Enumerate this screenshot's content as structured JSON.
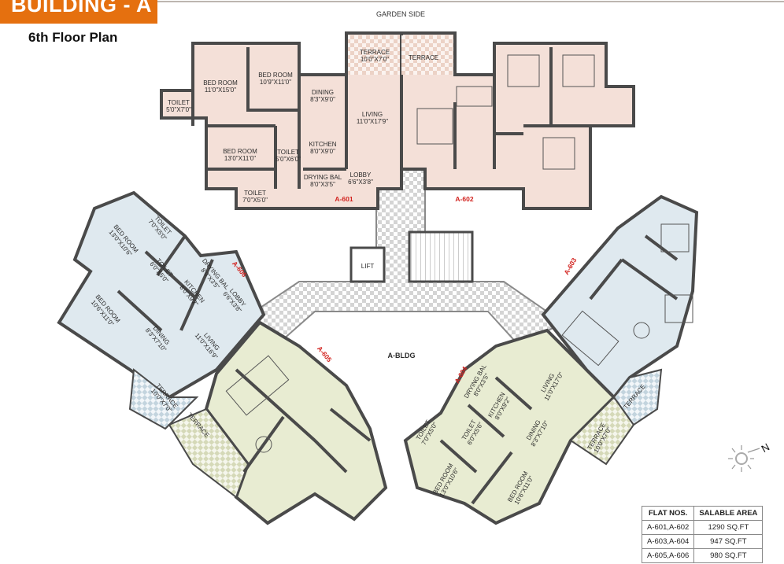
{
  "header": {
    "building": "BUILDING - A",
    "floor": "6th Floor Plan",
    "garden_side": "GARDEN SIDE"
  },
  "colors": {
    "banner": "#e5700f",
    "flat_601_602": "#f4e0d8",
    "flat_603_606": "#dfe9ef",
    "flat_604_605": "#e8ecd2",
    "flat_label": "#d2231f"
  },
  "central": {
    "building_label": "A-BLDG",
    "lift": "LIFT"
  },
  "compass": {
    "north": "N"
  },
  "flat_labels": {
    "a601": "A-601",
    "a602": "A-602",
    "a603": "A-603",
    "a604": "A-604",
    "a605": "A-605",
    "a606": "A-606"
  },
  "a601_rooms": [
    {
      "name": "BED ROOM",
      "size": "11'0\"X15'0\""
    },
    {
      "name": "BED ROOM",
      "size": "10'9\"X11'0\""
    },
    {
      "name": "TOILET",
      "size": "5'0\"X7'0\""
    },
    {
      "name": "DINING",
      "size": "8'3\"X9'0\""
    },
    {
      "name": "LIVING",
      "size": "11'0\"X17'9\""
    },
    {
      "name": "BED ROOM",
      "size": "13'0\"X11'0\""
    },
    {
      "name": "TOILET",
      "size": "5'0\"X6'0\""
    },
    {
      "name": "KITCHEN",
      "size": "8'0\"X9'0\""
    },
    {
      "name": "DRYING BAL",
      "size": "8'0\"X3'5\""
    },
    {
      "name": "LOBBY",
      "size": "6'6\"X3'8\""
    },
    {
      "name": "TOILET",
      "size": "7'0\"X5'0\""
    },
    {
      "name": "TERRACE",
      "size": "10'0\"X7'0\""
    },
    {
      "name": "TERRACE",
      "size": ""
    }
  ],
  "a606_rooms": [
    {
      "name": "TOILET",
      "size": "7'0\"X5'0\""
    },
    {
      "name": "BED ROOM",
      "size": "13'0\"X10'6\""
    },
    {
      "name": "TOILET",
      "size": "6'0\"X5'0\""
    },
    {
      "name": "DRYING BAL",
      "size": "8'0\"X3'5\""
    },
    {
      "name": "KITCHEN",
      "size": "8'0\"X9'2\""
    },
    {
      "name": "LOBBY",
      "size": "6'6\"X3'8\""
    },
    {
      "name": "BED ROOM",
      "size": "10'6\"X11'0\""
    },
    {
      "name": "DINING",
      "size": "8'3\"X7'10\""
    },
    {
      "name": "LIVING",
      "size": "11'0\"X16'9\""
    },
    {
      "name": "TERRACE",
      "size": "10'0\"X7'0\""
    },
    {
      "name": "TERRACE",
      "size": ""
    }
  ],
  "a604_rooms": [
    {
      "name": "DRYING BAL",
      "size": "8'0\"X3'5\""
    },
    {
      "name": "KITCHEN",
      "size": "8'0\"X9'2\""
    },
    {
      "name": "LIVING",
      "size": "11'0\"X17'0\""
    },
    {
      "name": "TOILET",
      "size": "7'0\"X5'0\""
    },
    {
      "name": "TOILET",
      "size": "6'0\"X5'6\""
    },
    {
      "name": "DINING",
      "size": "8'3\"X7'10\""
    },
    {
      "name": "TERRACE",
      "size": "10'0\"X7'0\""
    },
    {
      "name": "TERRACE",
      "size": ""
    },
    {
      "name": "BED ROOM",
      "size": "13'0\"X10'6\""
    },
    {
      "name": "BED ROOM",
      "size": "10'6\"X11'0\""
    }
  ],
  "area_table": {
    "headers": [
      "FLAT NOS.",
      "SALABLE AREA"
    ],
    "rows": [
      [
        "A-601,A-602",
        "1290 SQ.FT"
      ],
      [
        "A-603,A-604",
        "947 SQ.FT"
      ],
      [
        "A-605,A-606",
        "980 SQ.FT"
      ]
    ]
  }
}
